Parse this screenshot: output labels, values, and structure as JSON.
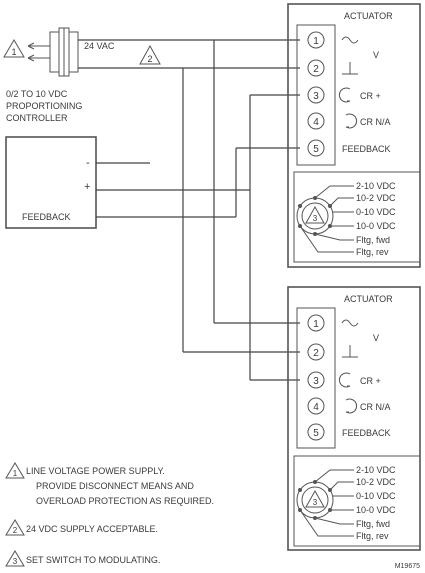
{
  "supply": {
    "voltage_label": "24 VAC",
    "note_marker_1": "1",
    "note_marker_2": "2"
  },
  "controller": {
    "title_lines": [
      "0/2 TO 10 VDC",
      "PROPORTIONING",
      "CONTROLLER"
    ],
    "minus": "-",
    "plus": "+",
    "feedback": "FEEDBACK"
  },
  "actuators": [
    {
      "title": "ACTUATOR",
      "terminals": [
        "1",
        "2",
        "3",
        "4",
        "5"
      ],
      "labels": [
        "V",
        "CR +",
        "CR N/A",
        "FEEDBACK"
      ],
      "switch_marker": "3",
      "switch_options": [
        "2-10 VDC",
        "10-2 VDC",
        "0-10 VDC",
        "10-0 VDC",
        "Fltg, fwd",
        "Fltg, rev"
      ]
    },
    {
      "title": "ACTUATOR",
      "terminals": [
        "1",
        "2",
        "3",
        "4",
        "5"
      ],
      "labels": [
        "V",
        "CR +",
        "CR N/A",
        "FEEDBACK"
      ],
      "switch_marker": "3",
      "switch_options": [
        "2-10 VDC",
        "10-2 VDC",
        "0-10 VDC",
        "10-0 VDC",
        "Fltg, fwd",
        "Fltg, rev"
      ]
    }
  ],
  "notes": [
    {
      "marker": "1",
      "lines": [
        "LINE VOLTAGE POWER SUPPLY.",
        "PROVIDE DISCONNECT MEANS AND",
        "OVERLOAD PROTECTION AS REQUIRED."
      ]
    },
    {
      "marker": "2",
      "lines": [
        "24 VDC SUPPLY ACCEPTABLE."
      ]
    },
    {
      "marker": "3",
      "lines": [
        "SET SWITCH TO MODULATING."
      ]
    }
  ],
  "figure_id": "M19675"
}
